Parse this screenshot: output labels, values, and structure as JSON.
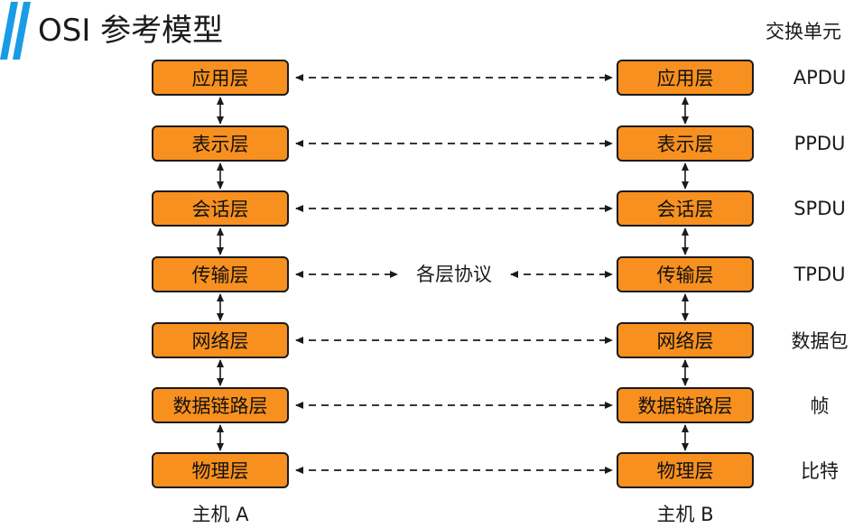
{
  "title": "OSI 参考模型",
  "unit_header": "交换单元",
  "peer_protocol_label": "各层协议",
  "hosts": {
    "a": "主机 A",
    "b": "主机 B"
  },
  "layers": [
    {
      "name": "应用层",
      "unit": "APDU"
    },
    {
      "name": "表示层",
      "unit": "PPDU"
    },
    {
      "name": "会话层",
      "unit": "SPDU"
    },
    {
      "name": "传输层",
      "unit": "TPDU"
    },
    {
      "name": "网络层",
      "unit": "数据包"
    },
    {
      "name": "数据链路层",
      "unit": "帧"
    },
    {
      "name": "物理层",
      "unit": "比特"
    }
  ],
  "colors": {
    "layer_fill": "#f7901e",
    "layer_border": "#1a1a1a",
    "logo_blue": "#1a9be6"
  }
}
